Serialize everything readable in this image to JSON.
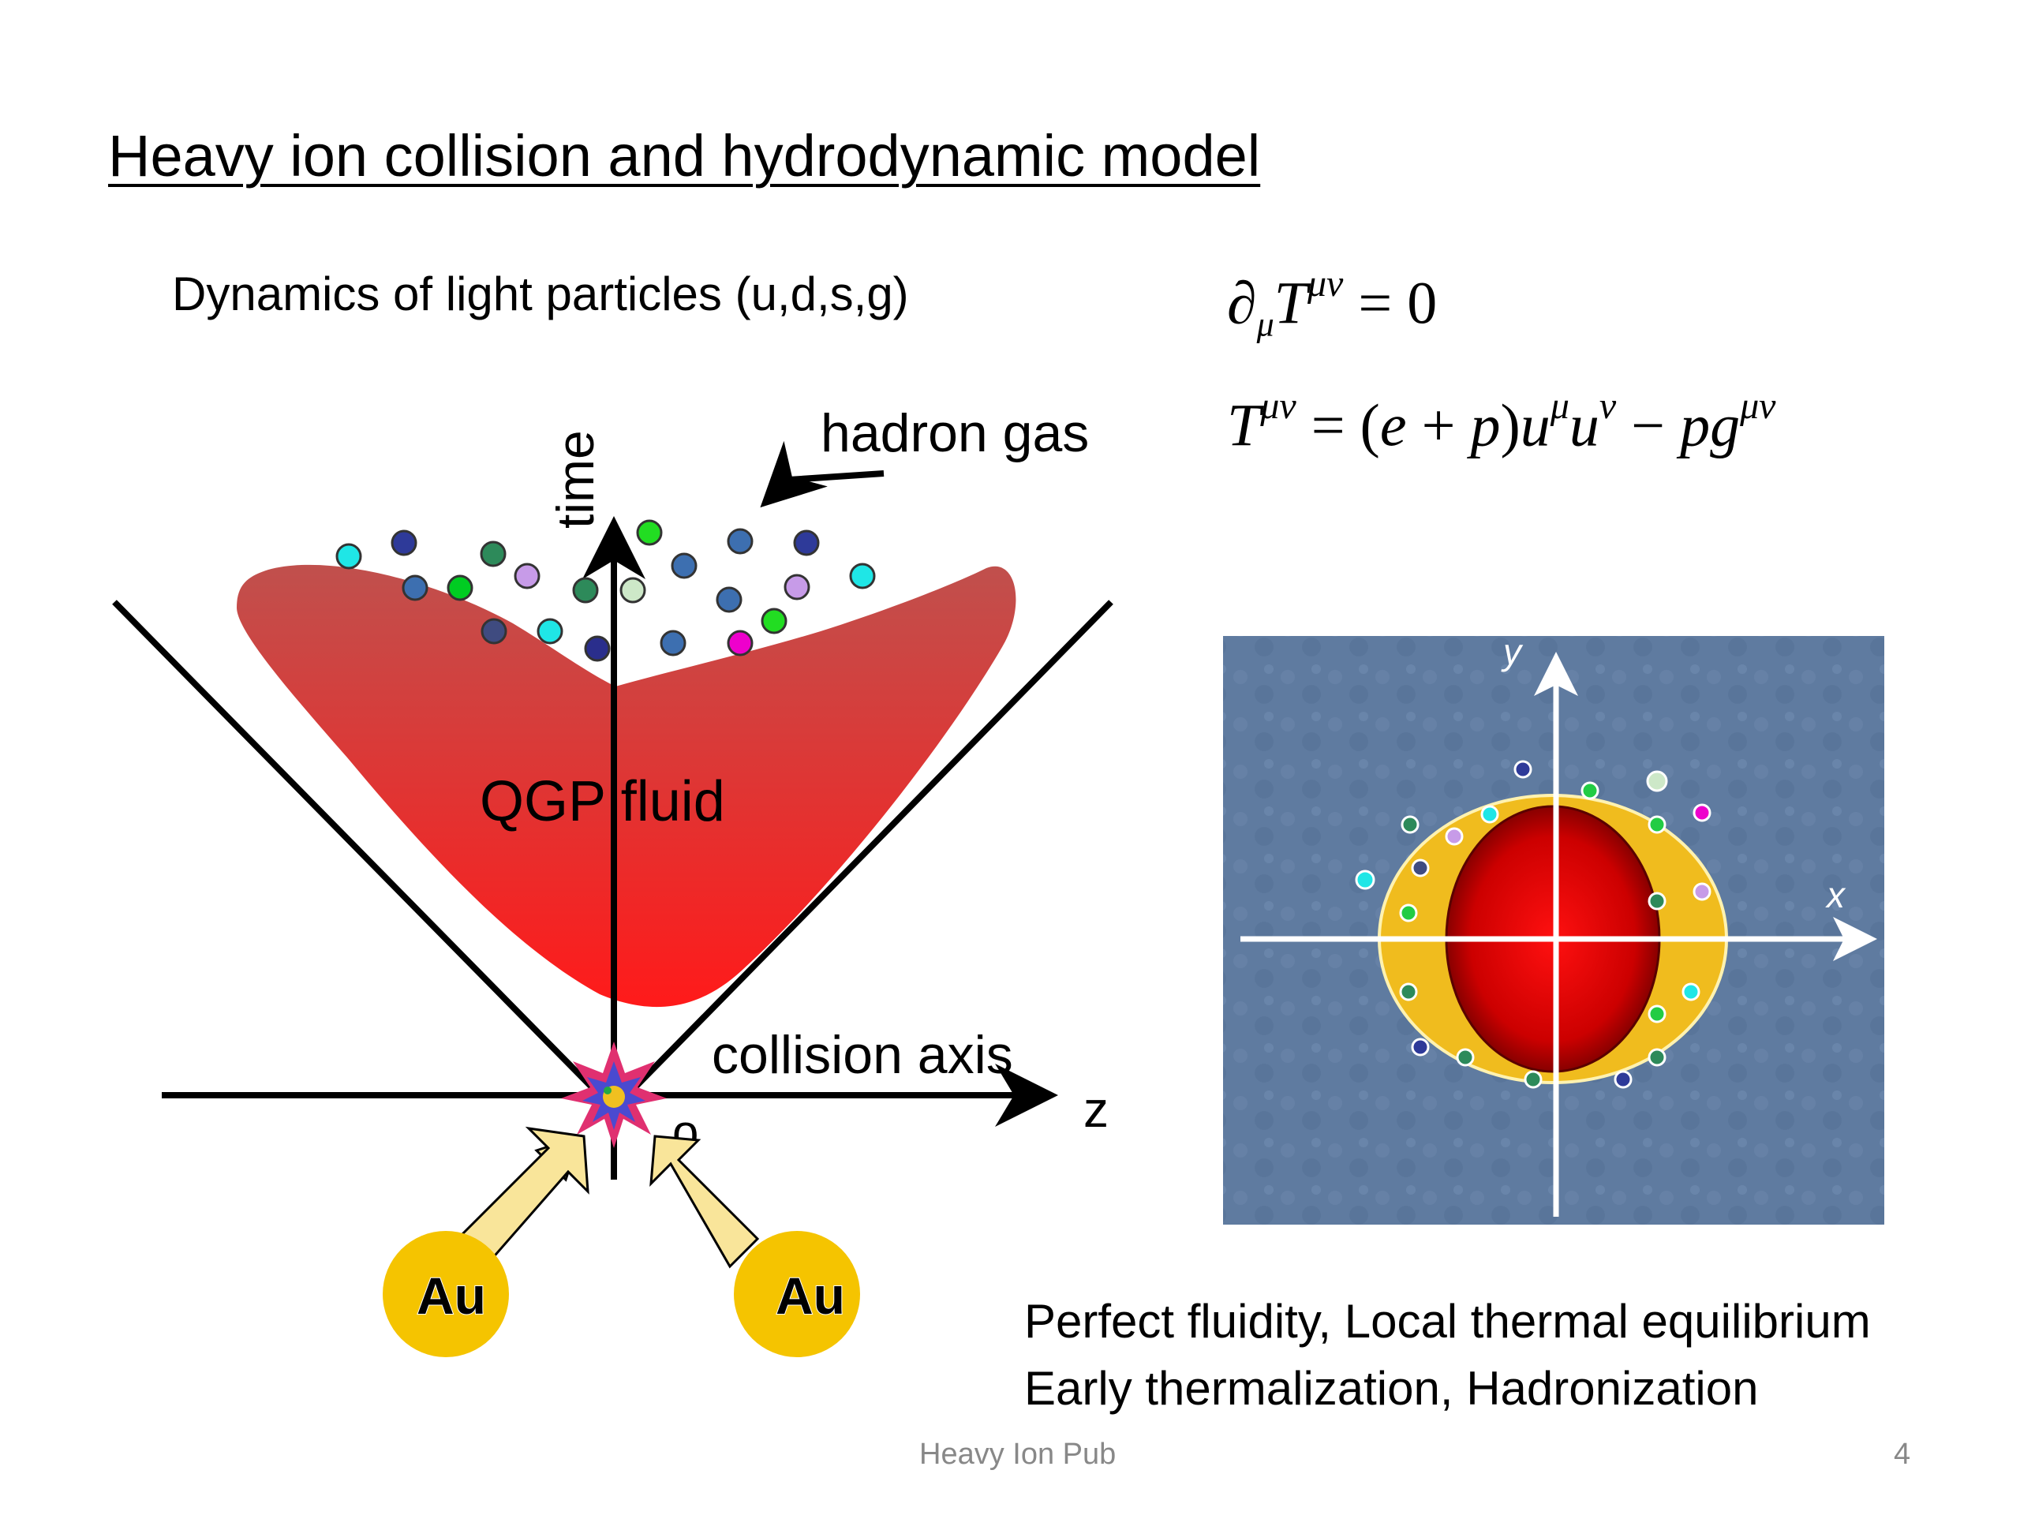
{
  "slide": {
    "title": "Heavy ion collision and hydrodynamic model",
    "subtitle": "Dynamics of light particles (u,d,s,g)",
    "footer_center": "Heavy Ion Pub",
    "page_number": "4",
    "bottom_lines": [
      "Perfect fluidity, Local thermal equilibrium",
      "Early thermalization, Hadronization"
    ]
  },
  "diagram": {
    "label_hadron_gas": "hadron gas",
    "label_time": "time",
    "label_qgp": "QGP fluid",
    "label_collision_axis": "collision axis",
    "label_z": "z",
    "label_au_left": "Au",
    "label_au_right": "Au",
    "label_x": "x",
    "label_y": "y"
  },
  "colors": {
    "qgp_top": "#c0504d",
    "qgp_bottom": "#ff1a1a",
    "nucleus": "#f5c400",
    "arrow_fill": "#f9e59a",
    "panel_bg": "#5f7b9f",
    "ring": "#f0bc1e",
    "core": "#e00000"
  }
}
